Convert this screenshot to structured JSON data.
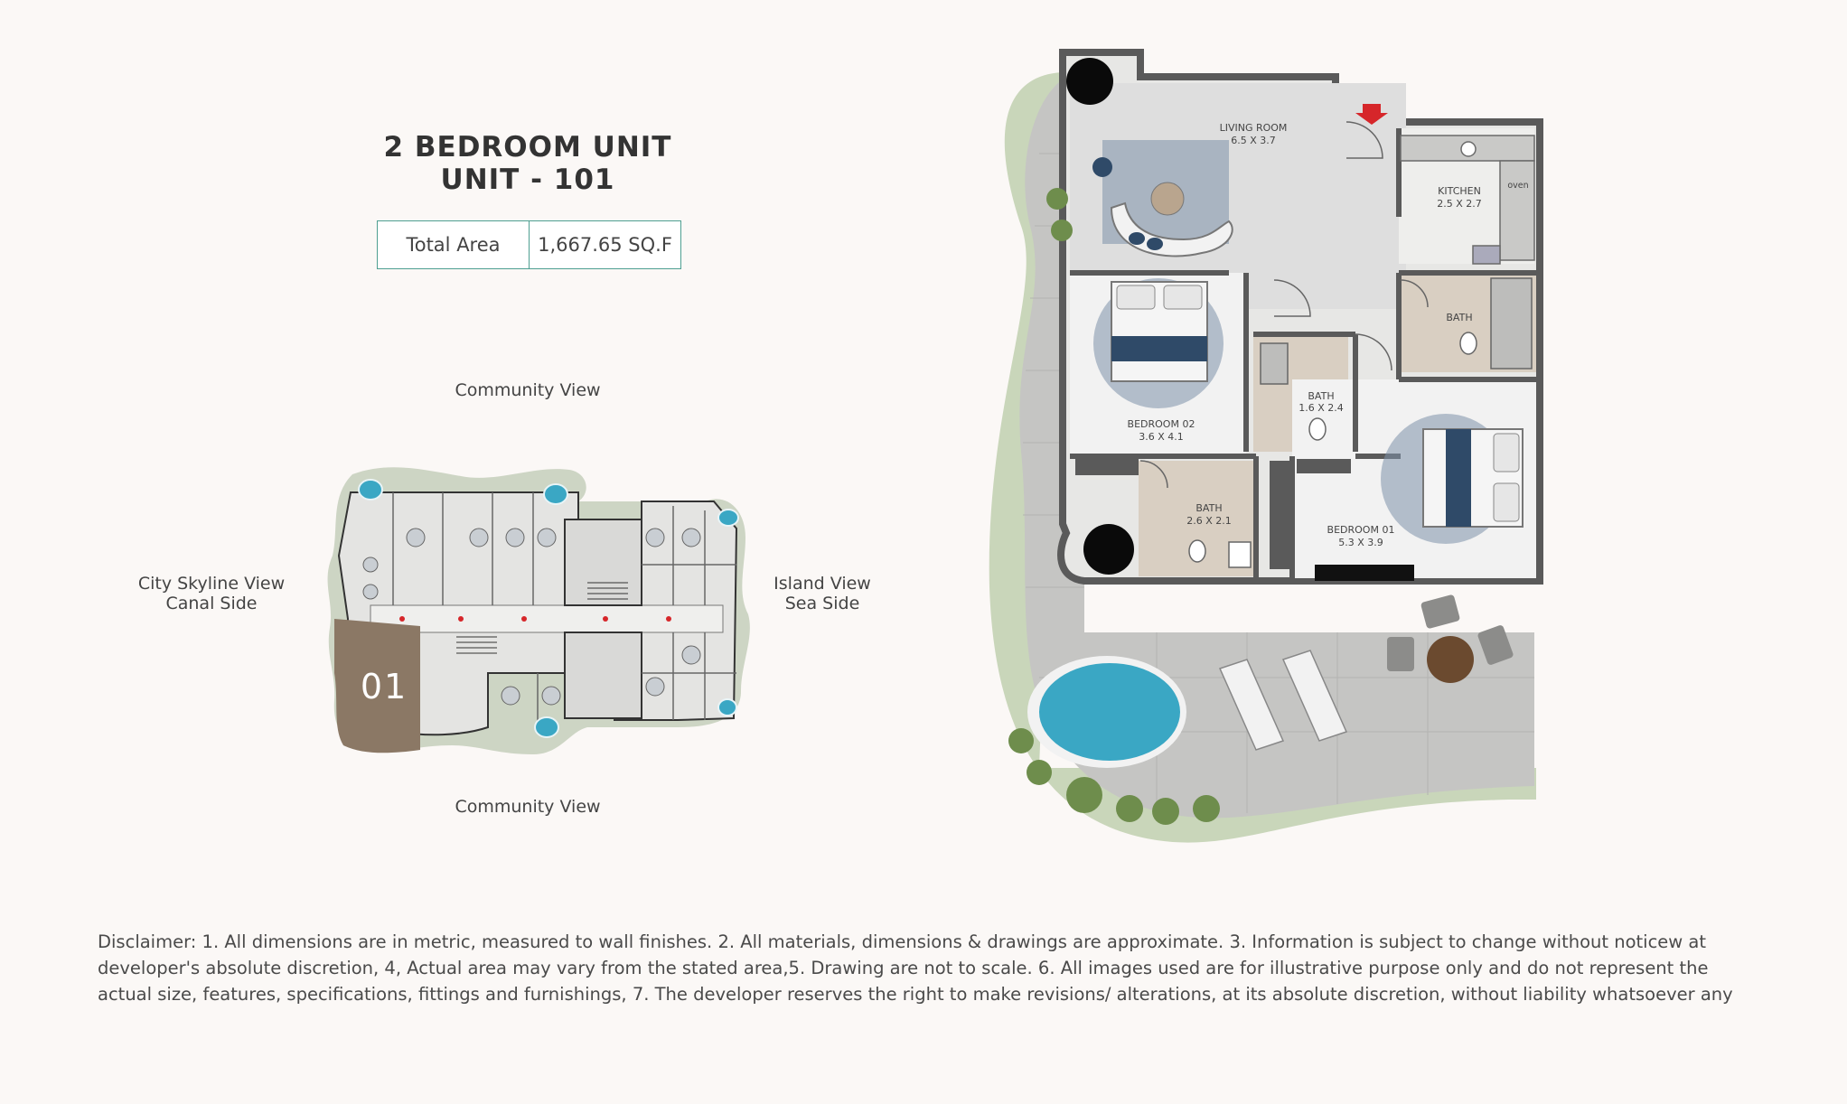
{
  "header": {
    "title_line1": "2 BEDROOM UNIT",
    "title_line2": "UNIT - 101"
  },
  "area": {
    "label": "Total Area",
    "value": "1,667.65 SQ.F"
  },
  "key_plan": {
    "top_view": "Community View",
    "bottom_view": "Community View",
    "left_view_line1": "City Skyline View",
    "left_view_line2": "Canal Side",
    "right_view_line1": "Island View",
    "right_view_line2": "Sea Side",
    "unit_number": "01",
    "highlight_color": "#8b7865"
  },
  "floor_plan": {
    "rooms": {
      "living": {
        "name": "LIVING ROOM",
        "dims": "6.5 X 3.7"
      },
      "kitchen": {
        "name": "KITCHEN",
        "dims": "2.5 X 2.7"
      },
      "oven": {
        "name": "oven"
      },
      "bath_top_right": {
        "name": "BATH"
      },
      "bath_middle": {
        "name": "BATH",
        "dims": "1.6 X 2.4"
      },
      "bedroom02": {
        "name": "BEDROOM 02",
        "dims": "3.6 X 4.1"
      },
      "bath_bottom": {
        "name": "BATH",
        "dims": "2.6 X 2.1"
      },
      "bedroom01": {
        "name": "BEDROOM 01",
        "dims": "5.3 X 3.9"
      }
    },
    "entrance_marker_color": "#d6262a",
    "pool_color": "#3aa7c4"
  },
  "disclaimer": "Disclaimer: 1. All dimensions are in metric, measured to wall finishes. 2. All materials, dimensions & drawings are approximate. 3. Information is subject to change without noticew at developer's absolute discretion, 4, Actual area may vary from the stated area,5. Drawing are not to scale. 6. All images used are for illustrative purpose only and do not represent the actual size, features, specifications, fittings and furnishings, 7. The developer reserves the right to make revisions/ alterations, at its absolute discretion, without liability whatsoever any"
}
